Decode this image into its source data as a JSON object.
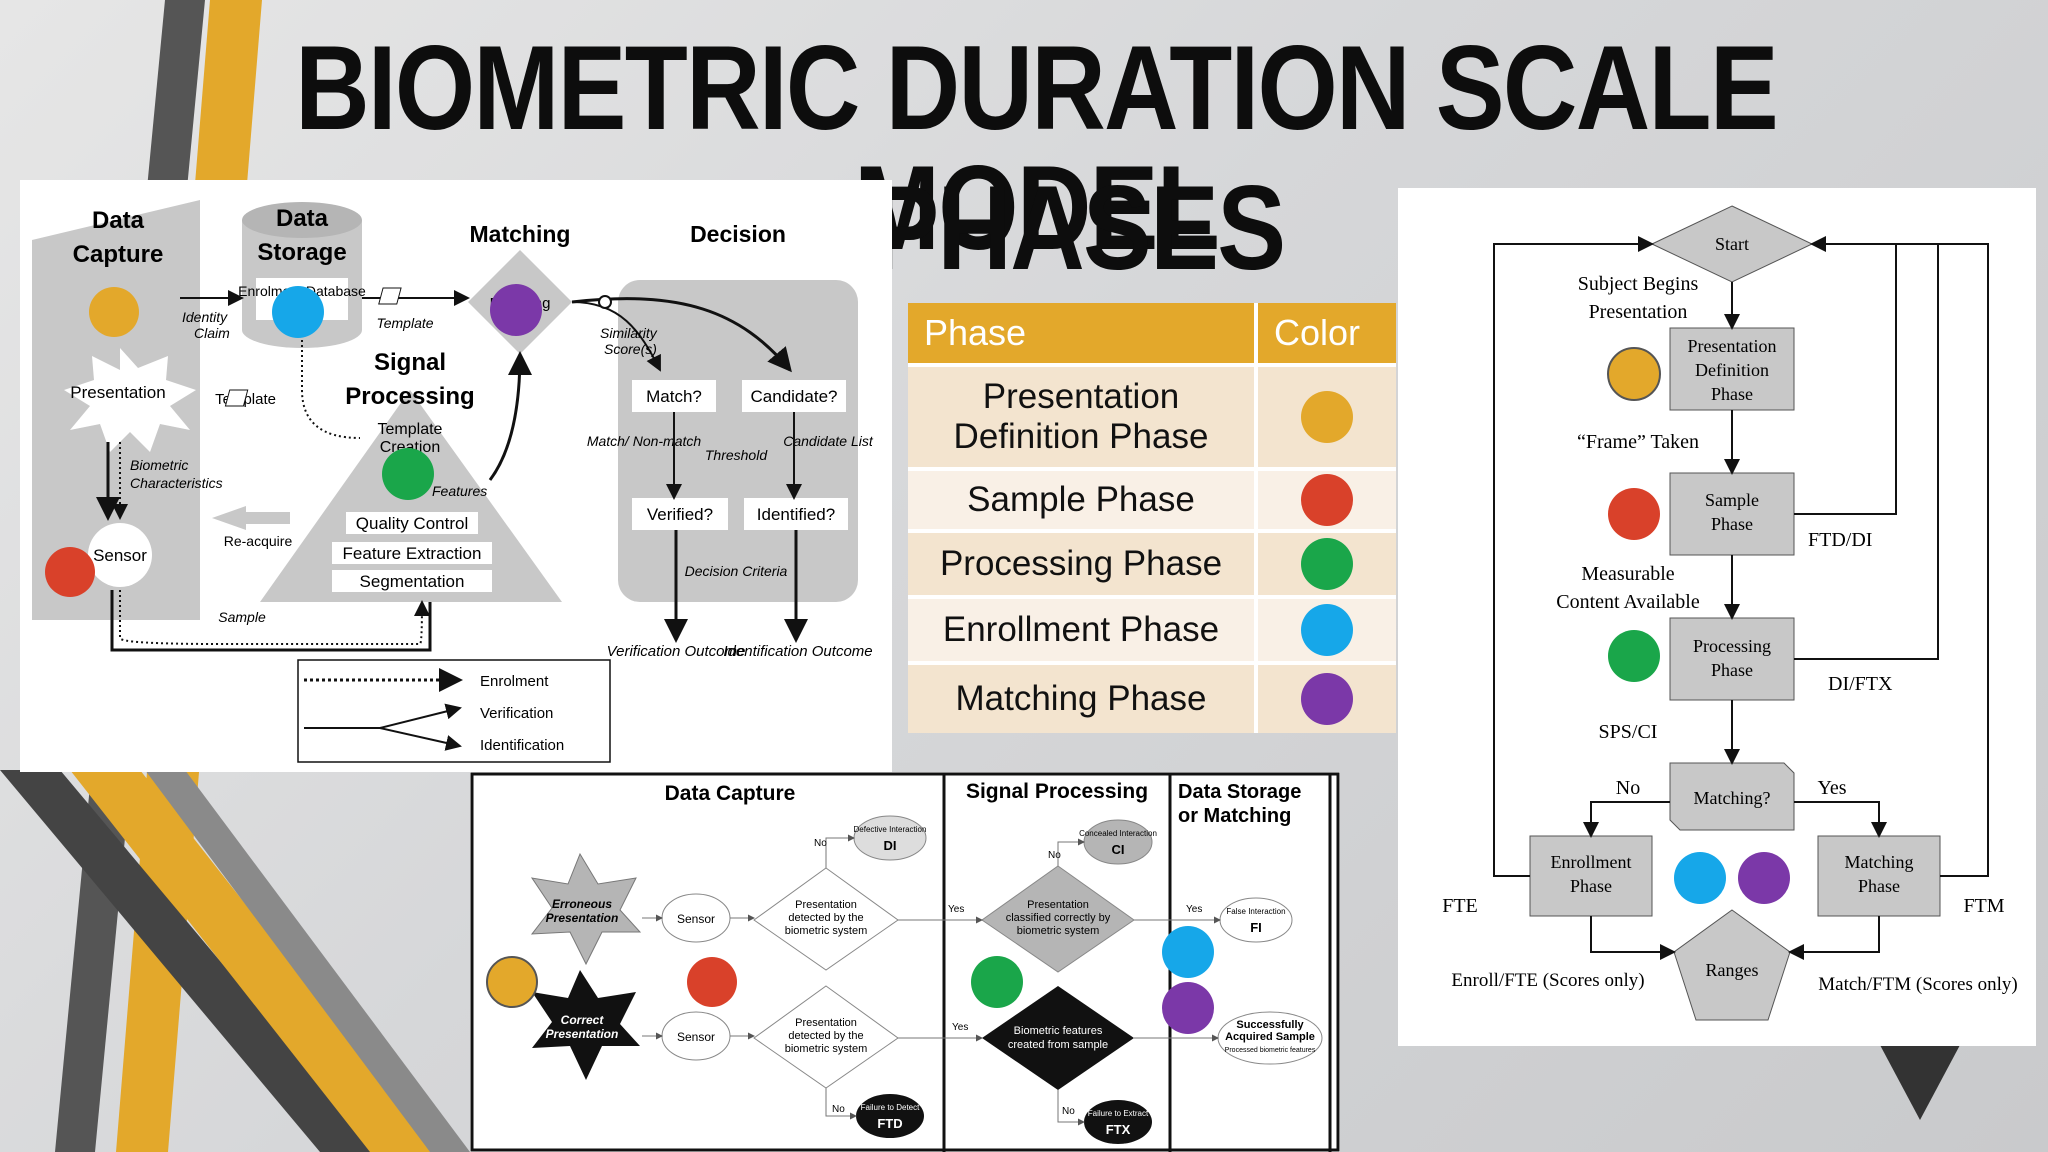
{
  "title": {
    "line1": "BIOMETRIC DURATION SCALE MODEL",
    "line2": "– PHASES"
  },
  "colors": {
    "gold": "#e3a82b",
    "red": "#d9412a",
    "green": "#1aa64a",
    "blue": "#16a7e9",
    "purple": "#7b38a8",
    "dark": "#3a3a3a"
  },
  "table": {
    "headers": [
      "Phase",
      "Color"
    ],
    "rows": [
      {
        "phase": "Presentation Definition Phase",
        "color": "gold"
      },
      {
        "phase": "Sample Phase",
        "color": "red"
      },
      {
        "phase": "Processing Phase",
        "color": "green"
      },
      {
        "phase": "Enrollment Phase",
        "color": "blue"
      },
      {
        "phase": "Matching Phase",
        "color": "purple"
      }
    ]
  },
  "left_diagram": {
    "headers": [
      "Data Capture",
      "Data Storage",
      "Matching",
      "Decision",
      "Signal Processing"
    ],
    "storage_label": "Enrolment Database",
    "nodes": {
      "presentation": "Presentation",
      "sensor": "Sensor",
      "matching": "Matching",
      "match": "Match?",
      "candidate": "Candidate?",
      "verified": "Verified?",
      "identified": "Identified?"
    },
    "signal_steps": [
      "Template Creation",
      "Quality Control",
      "Feature Extraction",
      "Segmentation"
    ],
    "labels": {
      "identity_claim": "Identity Claim",
      "template": "Template",
      "template2": "Template",
      "similarity": "Similarity Score(s)",
      "biometric": "Biometric Characteristics",
      "features": "Features",
      "reacquire": "Re-acquire",
      "sample": "Sample",
      "match_nonmatch": "Match/ Non-match",
      "threshold": "Threshold",
      "candidate_list": "Candidate List",
      "decision_criteria": "Decision Criteria",
      "verification_outcome": "Verification Outcome",
      "identification_outcome": "Identification Outcome"
    },
    "legend": [
      "Enrolment",
      "Verification",
      "Identification"
    ]
  },
  "bottom_diagram": {
    "headers": [
      "Data Capture",
      "Signal Processing",
      "Data Storage or Matching"
    ],
    "erroneous": "Erroneous Presentation",
    "correct": "Correct Presentation",
    "sensor": "Sensor",
    "detected": "Presentation detected by the biometric system",
    "classified": "Presentation classified correctly by biometric system",
    "features": "Biometric features created from sample",
    "di": {
      "small": "Defective Interaction",
      "code": "DI"
    },
    "ci": {
      "small": "Concealed Interaction",
      "code": "CI"
    },
    "fi": {
      "small": "False Interaction",
      "code": "FI"
    },
    "ftd": {
      "small": "Failure to Detect",
      "code": "FTD"
    },
    "ftx": {
      "small": "Failure to Extract",
      "code": "FTX"
    },
    "success": {
      "main": "Successfully Acquired Sample",
      "small": "Processed biometric features"
    },
    "yes": "Yes",
    "no": "No"
  },
  "right_flow": {
    "start": "Start",
    "subject": "Subject Begins Presentation",
    "presentation_def": "Presentation Definition Phase",
    "frame": "“Frame” Taken",
    "sample_phase": "Sample Phase",
    "ftd_di": "FTD/DI",
    "measurable": "Measurable Content Available",
    "processing_phase": "Processing Phase",
    "di_ftx": "DI/FTX",
    "sps_ci": "SPS/CI",
    "matching_q": "Matching?",
    "no": "No",
    "yes": "Yes",
    "enrollment_phase": "Enrollment Phase",
    "matching_phase": "Matching Phase",
    "fte": "FTE",
    "ftm": "FTM",
    "ranges": "Ranges",
    "enroll_scores": "Enroll/FTE (Scores only)",
    "match_scores": "Match/FTM (Scores only)"
  }
}
